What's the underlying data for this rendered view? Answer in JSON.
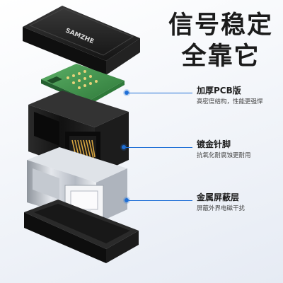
{
  "headline": {
    "line1": "信号稳定",
    "line2": "全靠它"
  },
  "brand": "SAMZHE",
  "features": [
    {
      "title": "加厚PCB版",
      "desc": "高密度结构，性能更强悍"
    },
    {
      "title": "镀金针脚",
      "desc": "抗氧化耐腐蚀更耐用"
    },
    {
      "title": "金属屏蔽层",
      "desc": "屏蔽外界电磁干扰"
    }
  ],
  "colors": {
    "accent": "#1f6fd6",
    "plastic": "#1b1b1b",
    "pcb": "#4a9a55",
    "metal": "#c9ced6"
  }
}
